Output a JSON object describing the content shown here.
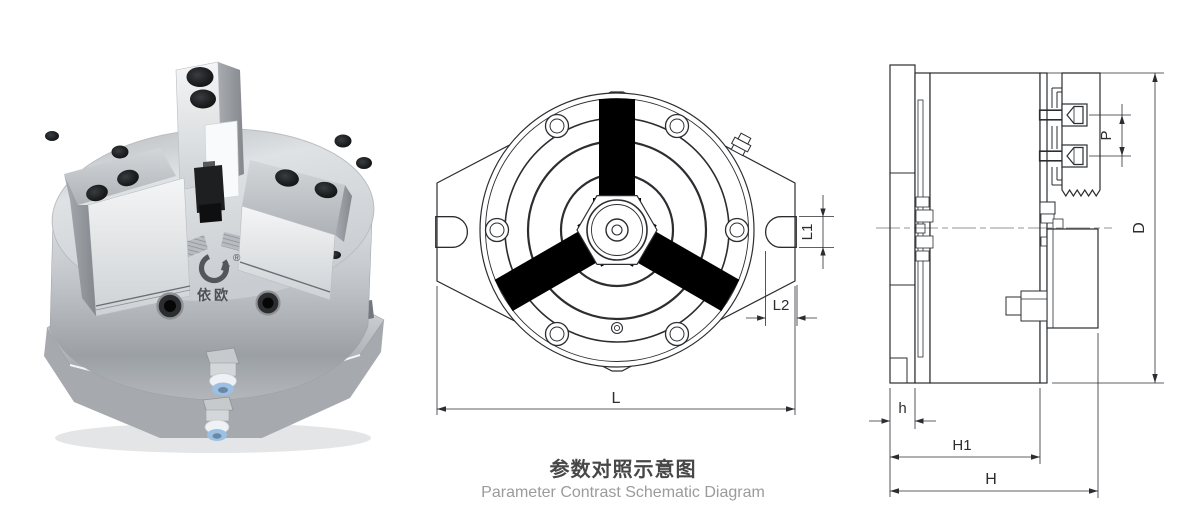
{
  "caption": {
    "zh": "参数对照示意图",
    "en": "Parameter Contrast Schematic Diagram"
  },
  "product_photo": {
    "description": "3-jaw pneumatic power chuck, metallic, front-left view",
    "brand_registered": "®",
    "brand_name": "依欧"
  },
  "front_view": {
    "description": "front view of chuck on mounting plate",
    "dims": {
      "l1": "L1",
      "l2": "L2",
      "l": "L"
    }
  },
  "side_view": {
    "description": "side section view of chuck",
    "dims": {
      "p": "P",
      "d": "D",
      "h": "h",
      "h1": "H1",
      "h_total": "H"
    }
  },
  "colors": {
    "line": "#2b2d30",
    "caption_zh": "#474747",
    "caption_en": "#9b9b9b",
    "metal_light": "#eef0f2",
    "metal_mid": "#c6c9cc",
    "metal_dark": "#8f9398",
    "fitting_blue": "#9cc0e4",
    "hole_dark": "#17181a"
  }
}
